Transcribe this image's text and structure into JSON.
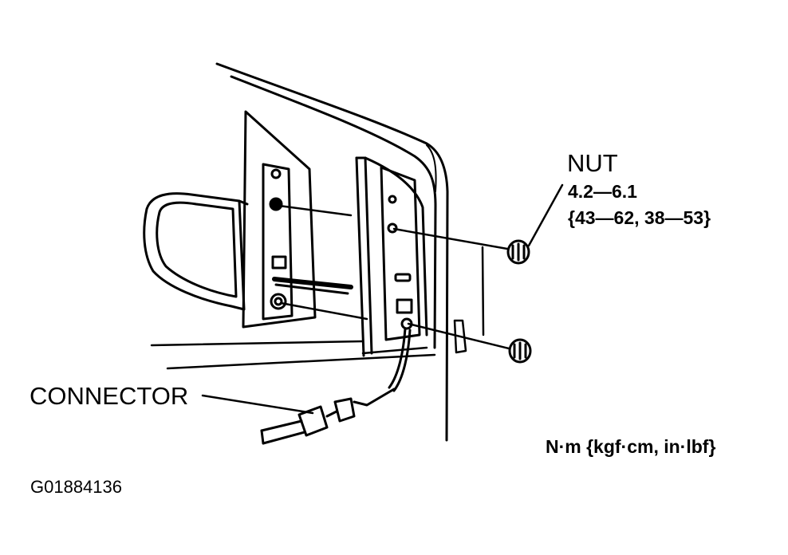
{
  "callouts": {
    "nut": {
      "title": "NUT",
      "torque_nm": "4.2—6.1",
      "torque_alt": "{43—62, 38—53}"
    },
    "connector": "CONNECTOR"
  },
  "units_note": "N·m {kgf·cm, in·lbf}",
  "figure_id": "G01884136"
}
